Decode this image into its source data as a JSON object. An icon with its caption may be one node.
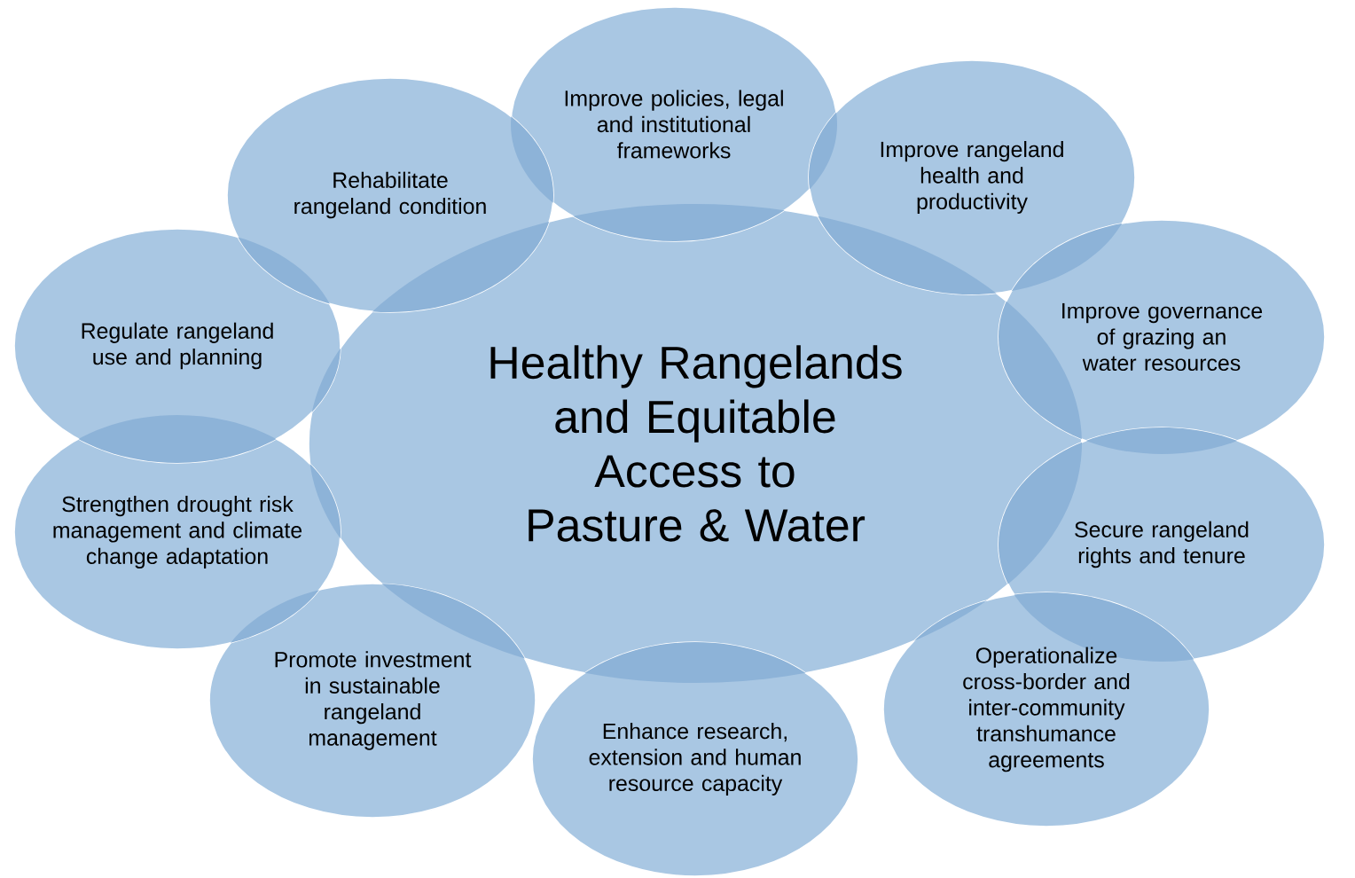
{
  "diagram": {
    "nodes": [
      {
        "text": [
          "Healthy Rangelands and Equitable Access to Pasture & Water"
        ]
      },
      {
        "text": [
          "Improve policies, legal and institutional frameworks"
        ]
      },
      {
        "text": [
          "Improve rangeland health and productivity"
        ]
      },
      {
        "text": [
          "Improve governance of grazing an water resources"
        ]
      },
      {
        "text": [
          "Secure rangeland rights and tenure"
        ]
      },
      {
        "text": [
          "Operationalize cross-border and inter-community transhumance agreements"
        ]
      },
      {
        "text": [
          "Enhance research, extension and human resource capacity"
        ]
      },
      {
        "text": [
          "Promote investment in sustainable rangeland management"
        ]
      },
      {
        "text": [
          "Strengthen drought risk management and climate change adaptation"
        ]
      },
      {
        "text": [
          "Regulate rangeland use and planning"
        ]
      },
      {
        "text": [
          "Rehabilitate rangeland condition"
        ]
      }
    ]
  }
}
